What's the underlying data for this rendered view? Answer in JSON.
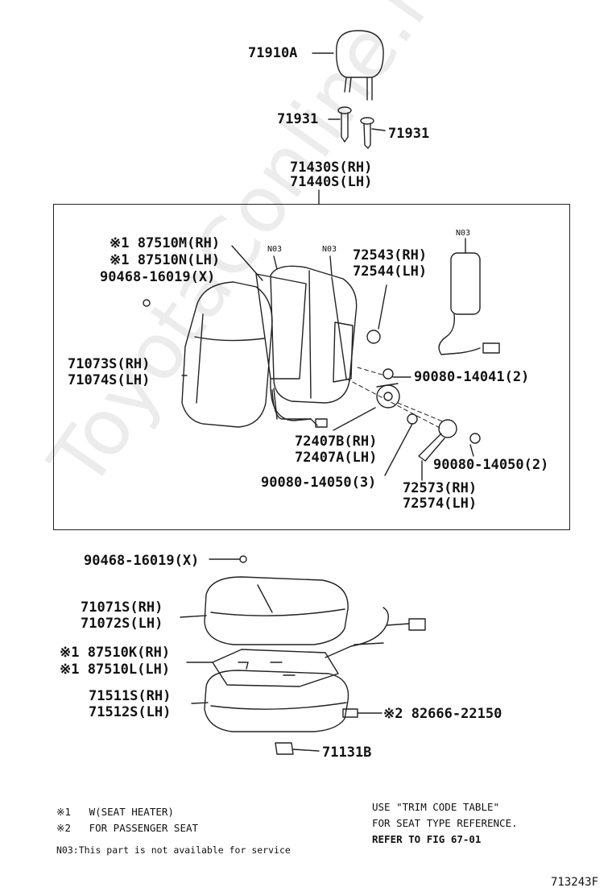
{
  "watermark": "ToyotaConline.ru",
  "labels": {
    "p71910A": "71910A",
    "p71931a": "71931",
    "p71931b": "71931",
    "p71430": "71430S(RH)",
    "p71440": "71440S(LH)",
    "p87510M": "※1 87510M(RH)",
    "p87510N": "※1 87510N(LH)",
    "p90468a": "90468-16019(X)",
    "p72543": "72543(RH)",
    "p72544": "72544(LH)",
    "p71073": "71073S(RH)",
    "p71074": "71074S(LH)",
    "p90080_14041": "90080-14041(2)",
    "p72407B": "72407B(RH)",
    "p72407A": "72407A(LH)",
    "p90080_14050b": "90080-14050(2)",
    "p90080_14050a": "90080-14050(3)",
    "p72573": "72573(RH)",
    "p72574": "72574(LH)",
    "p90468b": "90468-16019(X)",
    "p71071": "71071S(RH)",
    "p71072": "71072S(LH)",
    "p87510K": "※1 87510K(RH)",
    "p87510L": "※1 87510L(LH)",
    "p71511": "71511S(RH)",
    "p71512": "71512S(LH)",
    "p82666": "※2 82666-22150",
    "p71131": "71131B"
  },
  "no_tags": {
    "n1": "N03",
    "n2": "N03",
    "n3": "N03"
  },
  "notes": {
    "note1": "※1   W(SEAT HEATER)",
    "note2": "※2   FOR PASSENGER SEAT",
    "note3": "N03:This part is not available for service",
    "use1": "USE \"TRIM CODE TABLE\"",
    "use2": "FOR SEAT TYPE REFERENCE.",
    "use3": "REFER TO FIG 67-01"
  },
  "figure_id": "713243F"
}
